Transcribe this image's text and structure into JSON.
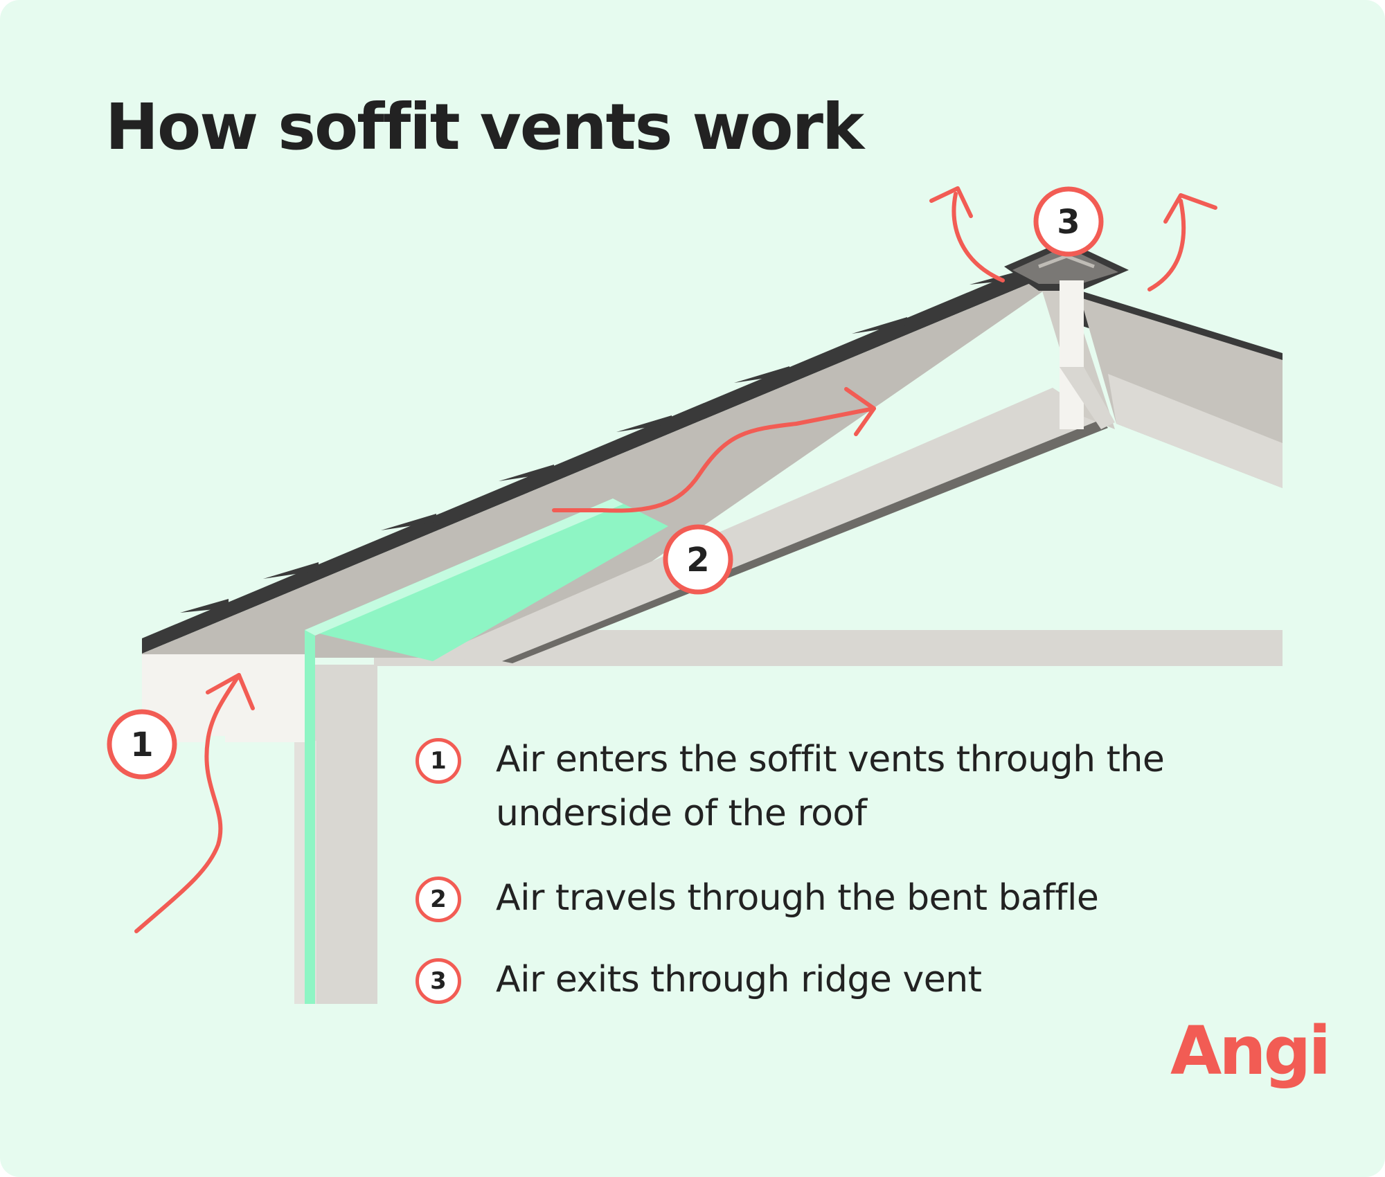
{
  "title": "How soffit vents work",
  "colors": {
    "background": "#e6fbef",
    "accent": "#f25c54",
    "baffle": "#8ef5c4",
    "roof_shingle": "#3a3a3a",
    "rafter": "#bfbcb6",
    "wall": "#d9d7d2",
    "text": "#222222"
  },
  "diagram": {
    "markers": [
      "1",
      "2",
      "3"
    ]
  },
  "steps": [
    {
      "number": "1",
      "text": "Air enters the soffit vents through the underside of the roof"
    },
    {
      "number": "2",
      "text": "Air travels through the bent baffle"
    },
    {
      "number": "3",
      "text": "Air exits through ridge vent"
    }
  ],
  "brand": {
    "logo": "Angi"
  }
}
